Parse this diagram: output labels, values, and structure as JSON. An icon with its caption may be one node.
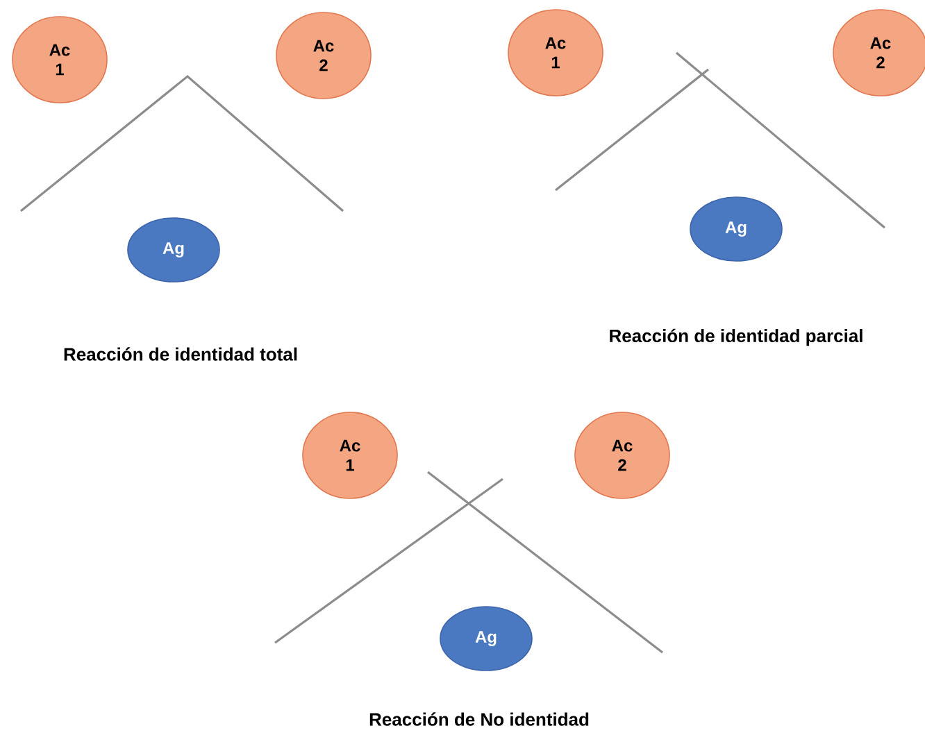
{
  "diagram": {
    "nodes": [
      {
        "text": [
          "Ac 1"
        ]
      },
      {
        "text": [
          "Ac 2"
        ]
      },
      {
        "text": [
          "Ag"
        ]
      },
      {
        "text": [
          "Ac 1"
        ]
      },
      {
        "text": [
          "Ac 2"
        ]
      },
      {
        "text": [
          "Ag"
        ]
      },
      {
        "text": [
          "Ac 1"
        ]
      },
      {
        "text": [
          "Ac 2"
        ]
      },
      {
        "text": [
          "Ag"
        ]
      }
    ],
    "labels": [
      "Reacción de identidad total",
      "Reacción de identidad parcial",
      "Reacción de No identidad"
    ]
  }
}
